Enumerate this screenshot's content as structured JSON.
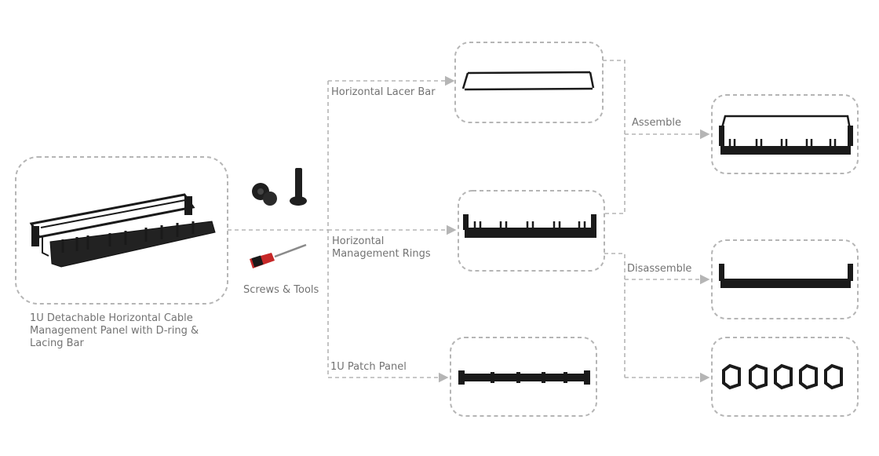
{
  "labels": {
    "main_panel": "1U Detachable Horizontal Cable Management Panel with D-ring & Lacing Bar",
    "screws_tools": "Screws & Tools",
    "lacer_bar": "Horizontal Lacer Bar",
    "mgmt_rings": "Horizontal Management Rings",
    "patch_panel": "1U Patch Panel",
    "assemble": "Assemble",
    "disassemble": "Disassemble"
  },
  "icons": {
    "main_panel": "cable-management-panel-photo",
    "screws": "screws-photo",
    "screwdriver": "screwdriver-photo",
    "lacer_bar": "lacer-bar-photo",
    "mgmt_rings": "management-rings-photo",
    "patch_panel": "patch-panel-photo",
    "assembled": "assembled-panel-photo",
    "disassembled": "rail-only-photo",
    "d_rings": "d-rings-photo"
  },
  "colors": {
    "dashed_line": "#b5b5b5",
    "text": "#737373",
    "product": "#1a1a1a",
    "screwdriver_handle": "#c62828"
  }
}
